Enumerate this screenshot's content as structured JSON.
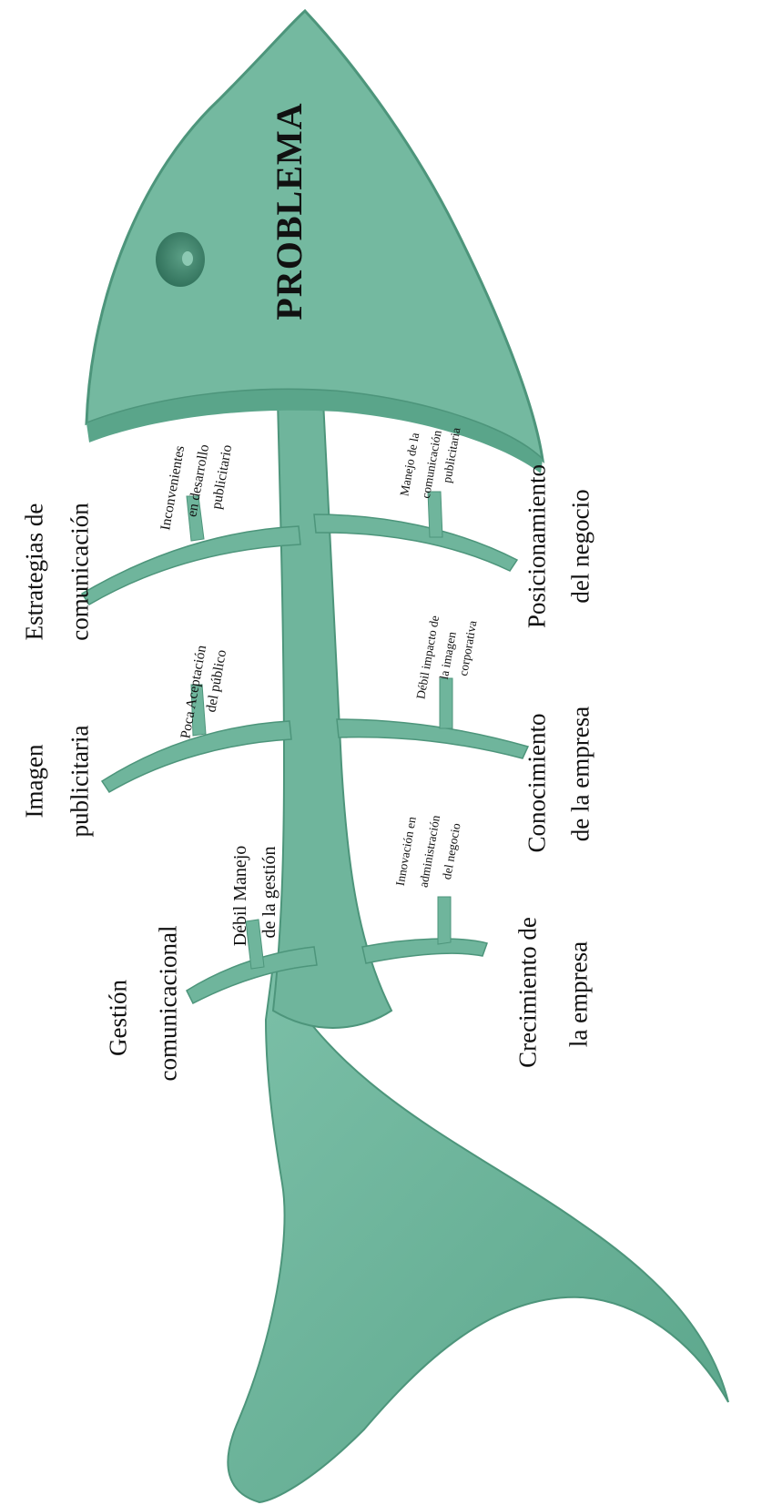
{
  "diagram": {
    "type": "fishbone",
    "fill_color": "#6fb59c",
    "shade_color": "#4f9a80",
    "head_label": "PROBLEMA",
    "categories": [
      {
        "id": "estrategias",
        "line1": "Estrategias de",
        "line2": "comunicación",
        "cause_lines": [
          "Inconvenientes",
          "en desarrollo",
          "publicitario"
        ]
      },
      {
        "id": "imagen",
        "line1": "Imagen",
        "line2": "publicitaria",
        "cause_lines": [
          "Poca Aceptación",
          "del público"
        ]
      },
      {
        "id": "gestion",
        "line1": "Gestión",
        "line2": "comunicacional",
        "cause_lines": [
          "Débil Manejo",
          "de la gestión"
        ]
      },
      {
        "id": "posicionamiento",
        "line1": "Posicionamiento",
        "line2": "del negocio",
        "cause_lines": [
          "Manejo de la",
          "comunicación",
          "publicitaria"
        ]
      },
      {
        "id": "conocimiento",
        "line1": "Conocimiento",
        "line2": "de la empresa",
        "cause_lines": [
          "Débil impacto de",
          "la imagen",
          "corporativa"
        ]
      },
      {
        "id": "crecimiento",
        "line1": "Crecimiento de",
        "line2": "la empresa",
        "cause_lines": [
          "Innovación en",
          "administración",
          "del negocio"
        ]
      }
    ]
  }
}
